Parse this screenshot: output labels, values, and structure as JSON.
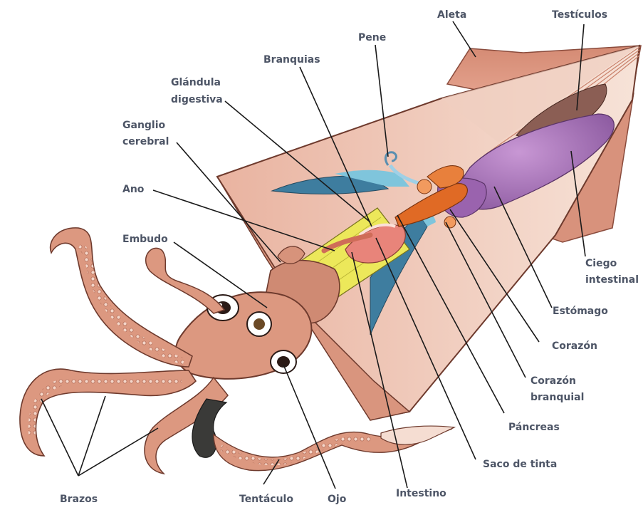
{
  "diagram": {
    "labels": {
      "aleta": "Aleta",
      "testiculos": "Testículos",
      "pene": "Pene",
      "branquias": "Branquias",
      "glandula_1": "Glándula",
      "glandula_2": "digestiva",
      "ganglio_1": "Ganglio",
      "ganglio_2": "cerebral",
      "ano": "Ano",
      "embudo": "Embudo",
      "ciego_1": "Ciego",
      "ciego_2": "intestinal",
      "estomago": "Estómago",
      "corazon": "Corazón",
      "corazon_br_1": "Corazón",
      "corazon_br_2": "branquial",
      "pancreas": "Páncreas",
      "saco_tinta": "Saco de tinta",
      "intestino": "Intestino",
      "ojo": "Ojo",
      "tentaculo": "Tentáculo",
      "brazos": "Brazos"
    },
    "colors": {
      "skin": "#dc9880",
      "skin_dark": "#b56f5a",
      "mantle_inner": "#f6ddd0",
      "suckers": "#f3d0c2",
      "gill_blue": "#3f7fa0",
      "gill_light": "#7fc4dc",
      "gland_yellow": "#ece85a",
      "stomach_purple": "#a870b8",
      "orange_organs": "#e06a25",
      "label_text": "#4d5566",
      "leader_line": "#1a1a1a"
    }
  }
}
